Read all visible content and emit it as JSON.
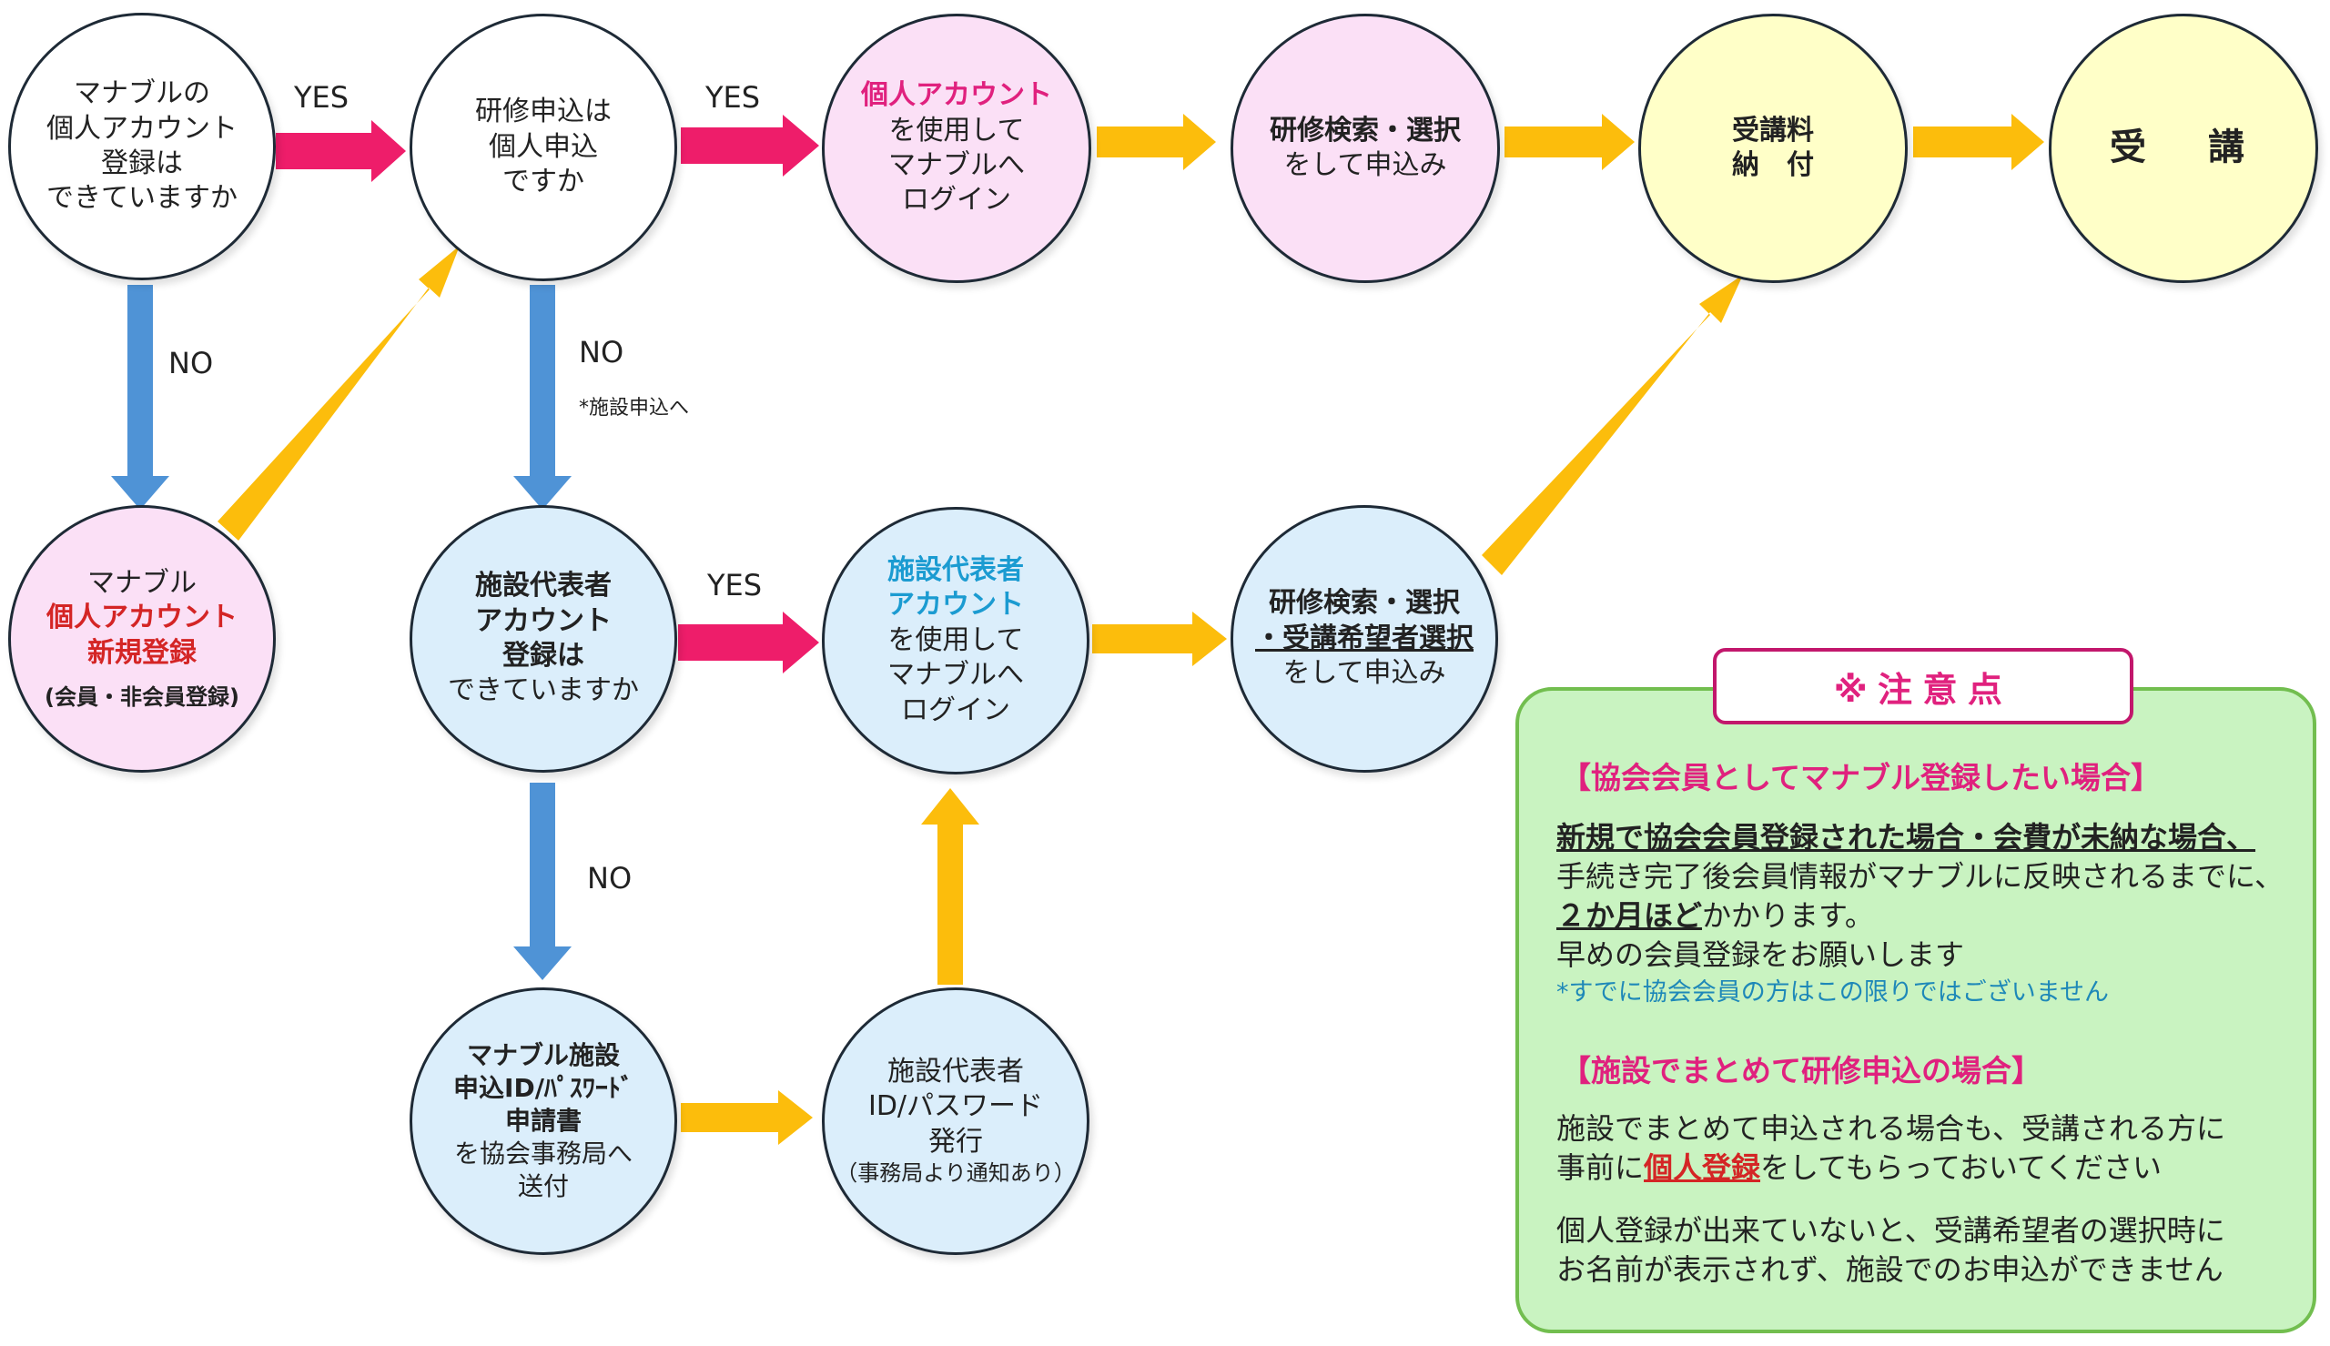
{
  "nodes": {
    "q_account": [
      "マナブルの",
      "個人アカウント",
      "登録は",
      "できていますか"
    ],
    "q_individual": [
      "研修申込は",
      "個人申込",
      "ですか"
    ],
    "login_personal": [
      "個人アカウント",
      "を使用して",
      "マナブルへ",
      "ログイン"
    ],
    "search_apply": [
      "研修検索・選択",
      "をして申込み"
    ],
    "pay": [
      "受講料",
      "納　付"
    ],
    "attend": "受　講",
    "new_register": [
      "マナブル",
      "個人アカウント",
      "新規登録",
      "(会員・非会員登録)"
    ],
    "q_facility_account": [
      "施設代表者",
      "アカウント",
      "登録は",
      "できていますか"
    ],
    "login_facility": [
      "施設代表者",
      "アカウント",
      "を使用して",
      "マナブルへ",
      "ログイン"
    ],
    "facility_search": [
      "研修検索・選択",
      "・受講希望者選択",
      "をして申込み"
    ],
    "facility_form": [
      "マナブル施設",
      "申込ID/ﾊﾟｽﾜｰﾄﾞ",
      "申請書",
      "を協会事務局へ",
      "送付"
    ],
    "facility_issue": [
      "施設代表者",
      "ID/パスワード",
      "発行",
      "（事務局より通知あり）"
    ]
  },
  "labels": {
    "yes1": "YES",
    "yes2": "YES",
    "yes3": "YES",
    "no1": "NO",
    "no2": "NO",
    "no2_note": "*施設申込へ",
    "no3": "NO"
  },
  "note": {
    "title": "※注意点",
    "h1": "【協会会員としてマナブル登録したい場合】",
    "p1a": "新規で協会会員登録された場合・会費が未納な場合、",
    "p1b": "手続き完了後会員情報がマナブルに反映されるまでに、",
    "p1c_em": "２か月ほど",
    "p1c_rest": "かかります。",
    "p1d": "早めの会員登録をお願いします",
    "p1e": "*すでに協会会員の方はこの限りではございません",
    "h2": "【施設でまとめて研修申込の場合】",
    "p2a": "施設でまとめて申込される場合も、受講される方に",
    "p2b_pre": "事前に",
    "p2b_em": "個人登録",
    "p2b_post": "をしてもらっておいてください",
    "p2c": "個人登録が出来ていないと、受講希望者の選択時に",
    "p2d": "お名前が表示されず、施設でのお申込ができません"
  },
  "colors": {
    "pink_arrow": "#ee1d6a",
    "blue_arrow": "#4f93d6",
    "yellow_arrow": "#fcbd0c",
    "pink_fill": "#fbe0f6",
    "yellow_fill": "#ffffc8",
    "blue_fill": "#dbeefb",
    "note_fill": "#c9f3c1"
  }
}
